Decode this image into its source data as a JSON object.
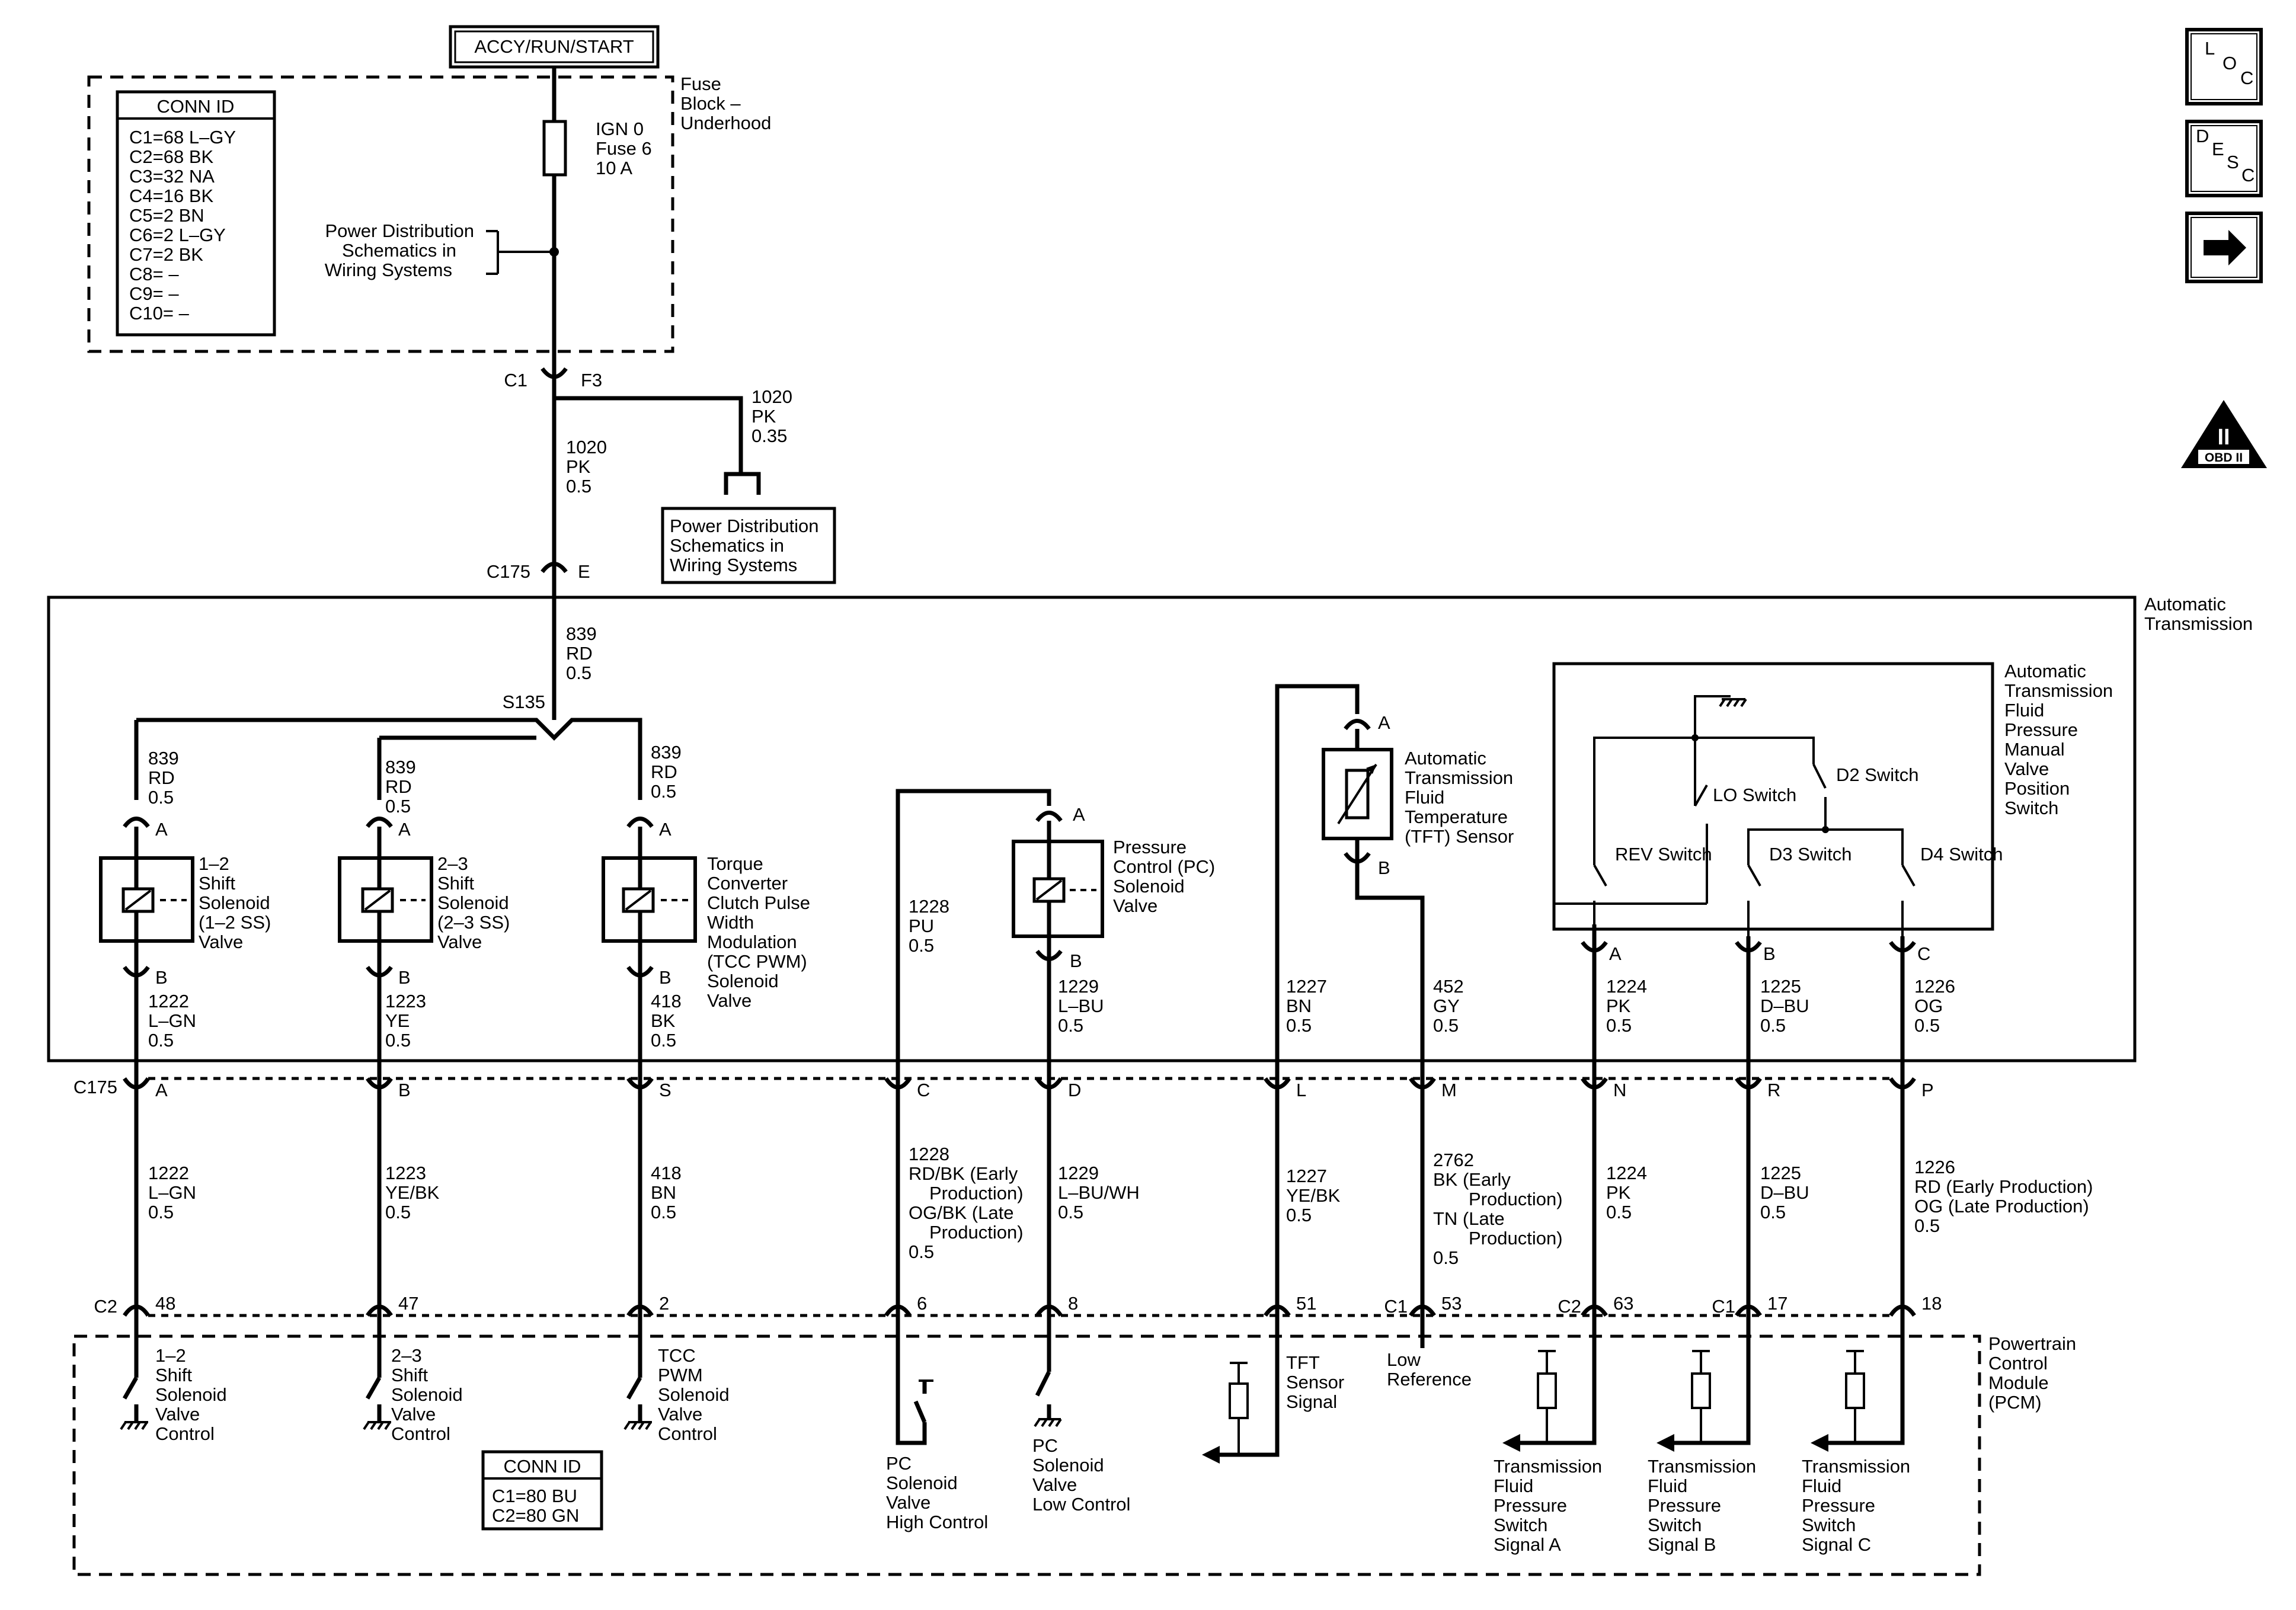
{
  "power": {
    "source": "ACCY/RUN/START",
    "fuse": [
      "IGN 0",
      "Fuse 6",
      "10 A"
    ],
    "fuse_block": [
      "Fuse",
      "Block –",
      "Underhood"
    ],
    "power_dist_left": [
      "Power Distribution",
      "Schematics in",
      "Wiring Systems"
    ],
    "power_dist_box": [
      "Power Distribution",
      "Schematics in",
      "Wiring Systems"
    ],
    "conn_id_title": "CONN ID",
    "conn_ids": [
      "C1=68 L–GY",
      "C2=68 BK",
      "C3=32 NA",
      "C4=16 BK",
      "C5=2 BN",
      "C6=2 L–GY",
      "C7=2 BK",
      "C8= –",
      "C9= –",
      "C10= –"
    ],
    "c1": "C1",
    "f3": "F3",
    "wire_1020_a": [
      "1020",
      "PK",
      "0.5"
    ],
    "wire_1020_b": [
      "1020",
      "PK",
      "0.35"
    ],
    "c175": "C175",
    "e": "E",
    "wire_839": [
      "839",
      "RD",
      "0.5"
    ],
    "splice": "S135"
  },
  "transmission": {
    "label": [
      "Automatic",
      "Transmission"
    ],
    "solenoids": [
      {
        "wire_in": [
          "839",
          "RD",
          "0.5"
        ],
        "name": [
          "1–2",
          "Shift",
          "Solenoid",
          "(1–2 SS)",
          "Valve"
        ],
        "wire_out": [
          "1222",
          "L–GN",
          "0.5"
        ],
        "pin_in": "A",
        "pin_out": "B"
      },
      {
        "wire_in": [
          "839",
          "RD",
          "0.5"
        ],
        "name": [
          "2–3",
          "Shift",
          "Solenoid",
          "(2–3 SS)",
          "Valve"
        ],
        "wire_out": [
          "1223",
          "YE",
          "0.5"
        ],
        "pin_in": "A",
        "pin_out": "B"
      },
      {
        "wire_in": [
          "839",
          "RD",
          "0.5"
        ],
        "name": [
          "Torque",
          "Converter",
          "Clutch Pulse",
          "Width",
          "Modulation",
          "(TCC PWM)",
          "Solenoid",
          "Valve"
        ],
        "wire_out": [
          "418",
          "BK",
          "0.5"
        ],
        "pin_in": "A",
        "pin_out": "B"
      }
    ],
    "pc_wire": [
      "1228",
      "PU",
      "0.5"
    ],
    "pc_solenoid": {
      "name": [
        "Pressure",
        "Control (PC)",
        "Solenoid",
        "Valve"
      ],
      "wire_out": [
        "1229",
        "L–BU",
        "0.5"
      ],
      "pin_in": "A",
      "pin_out": "B"
    },
    "tft_sensor": {
      "name": [
        "Automatic",
        "Transmission",
        "Fluid",
        "Temperature",
        "(TFT) Sensor"
      ],
      "wire_a": [
        "1227",
        "BN",
        "0.5"
      ],
      "wire_b": [
        "452",
        "GY",
        "0.5"
      ],
      "pin_a": "A",
      "pin_b": "B"
    },
    "switch_assembly": {
      "name": [
        "Automatic",
        "Transmission",
        "Fluid",
        "Pressure",
        "Manual",
        "Valve",
        "Position",
        "Switch"
      ],
      "switches": [
        "REV Switch",
        "LO Switch",
        "D2 Switch",
        "D3 Switch",
        "D4 Switch"
      ],
      "wires": [
        [
          "1224",
          "PK",
          "0.5"
        ],
        [
          "1225",
          "D–BU",
          "0.5"
        ],
        [
          "1226",
          "OG",
          "0.5"
        ]
      ],
      "pins": [
        "A",
        "B",
        "C"
      ]
    }
  },
  "connector_c175": {
    "label": "C175",
    "pins": [
      "A",
      "B",
      "S",
      "C",
      "D",
      "L",
      "M",
      "N",
      "R",
      "P"
    ]
  },
  "harness_wires": [
    [
      "1222",
      "L–GN",
      "0.5"
    ],
    [
      "1223",
      "YE/BK",
      "0.5"
    ],
    [
      "418",
      "BN",
      "0.5"
    ],
    [
      "1228",
      "RD/BK (Early",
      "Production)",
      "OG/BK (Late",
      "Production)",
      "0.5"
    ],
    [
      "1229",
      "L–BU/WH",
      "0.5"
    ],
    [
      "1227",
      "YE/BK",
      "0.5"
    ],
    [
      "2762",
      "BK (Early",
      "Production)",
      "TN (Late",
      "Production)",
      "0.5"
    ],
    [
      "1224",
      "PK",
      "0.5"
    ],
    [
      "1225",
      "D–BU",
      "0.5"
    ],
    [
      "1226",
      "RD (Early Production)",
      "OG (Late Production)",
      "0.5"
    ]
  ],
  "pcm": {
    "label": [
      "Powertrain",
      "Control",
      "Module",
      "(PCM)"
    ],
    "connectors": {
      "c2_left": "C2",
      "c1_mid": "C1",
      "c2_mid": "C2",
      "c1_right": "C1"
    },
    "pins": [
      "48",
      "47",
      "2",
      "6",
      "8",
      "51",
      "53",
      "63",
      "17",
      "18"
    ],
    "functions": [
      [
        "1–2",
        "Shift",
        "Solenoid",
        "Valve",
        "Control"
      ],
      [
        "2–3",
        "Shift",
        "Solenoid",
        "Valve",
        "Control"
      ],
      [
        "TCC",
        "PWM",
        "Solenoid",
        "Valve",
        "Control"
      ],
      [
        "PC",
        "Solenoid",
        "Valve",
        "High Control"
      ],
      [
        "PC",
        "Solenoid",
        "Valve",
        "Low Control"
      ],
      [
        "TFT",
        "Sensor",
        "Signal"
      ],
      [
        "Low",
        "Reference"
      ],
      [
        "Transmission",
        "Fluid",
        "Pressure",
        "Switch",
        "Signal A"
      ],
      [
        "Transmission",
        "Fluid",
        "Pressure",
        "Switch",
        "Signal B"
      ],
      [
        "Transmission",
        "Fluid",
        "Pressure",
        "Switch",
        "Signal C"
      ]
    ],
    "conn_id_title": "CONN ID",
    "conn_ids": [
      "C1=80 BU",
      "C2=80 GN"
    ]
  },
  "nav": {
    "loc": [
      "L",
      "O",
      "C"
    ],
    "desc": [
      "D",
      "E",
      "S",
      "C"
    ],
    "obd_numeral": "II",
    "obd_label": "OBD II"
  }
}
